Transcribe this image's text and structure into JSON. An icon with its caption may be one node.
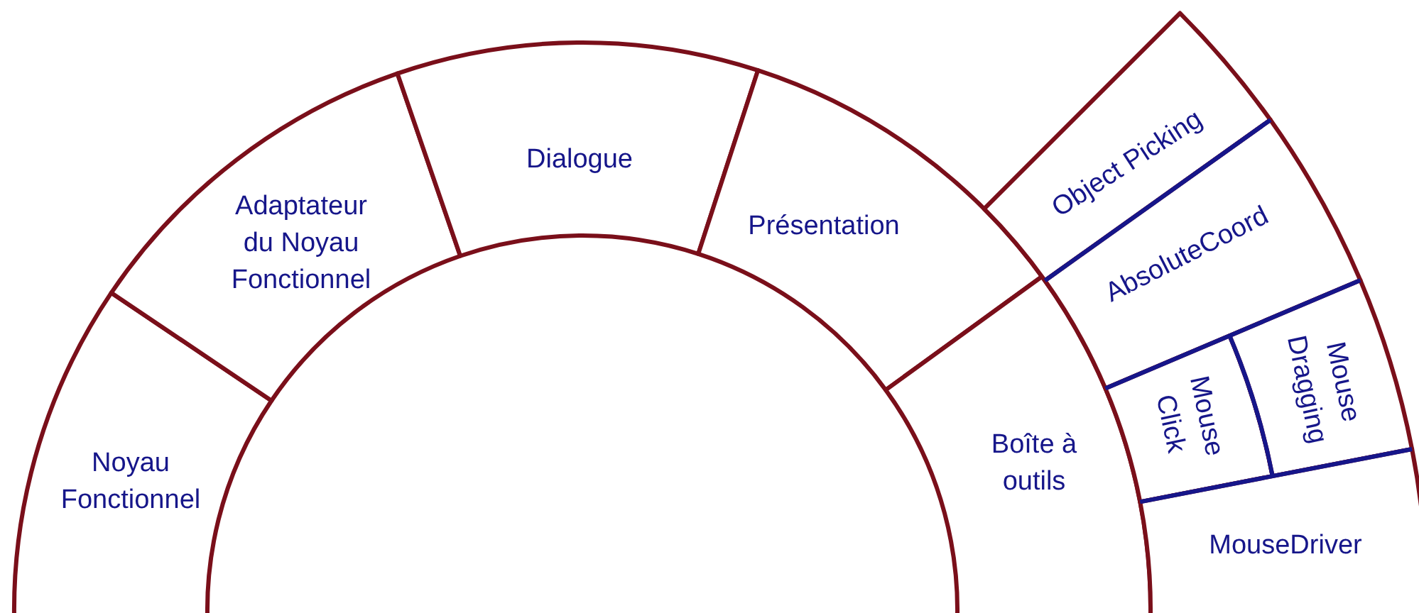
{
  "diagram": {
    "nodes": [
      {
        "text": [
          "Noyau Fonctionnel"
        ]
      },
      {
        "text": [
          "Adaptateur du Noyau Fonctionnel"
        ]
      },
      {
        "text": [
          "Dialogue"
        ]
      },
      {
        "text": [
          "Présentation"
        ]
      },
      {
        "text": [
          "Boîte à outils"
        ]
      },
      {
        "text": [
          "Object Picking"
        ]
      },
      {
        "text": [
          "AbsoluteCoord"
        ]
      },
      {
        "text": [
          "Mouse Click"
        ]
      },
      {
        "text": [
          "Mouse Dragging"
        ]
      },
      {
        "text": [
          "MouseDriver"
        ]
      }
    ]
  }
}
